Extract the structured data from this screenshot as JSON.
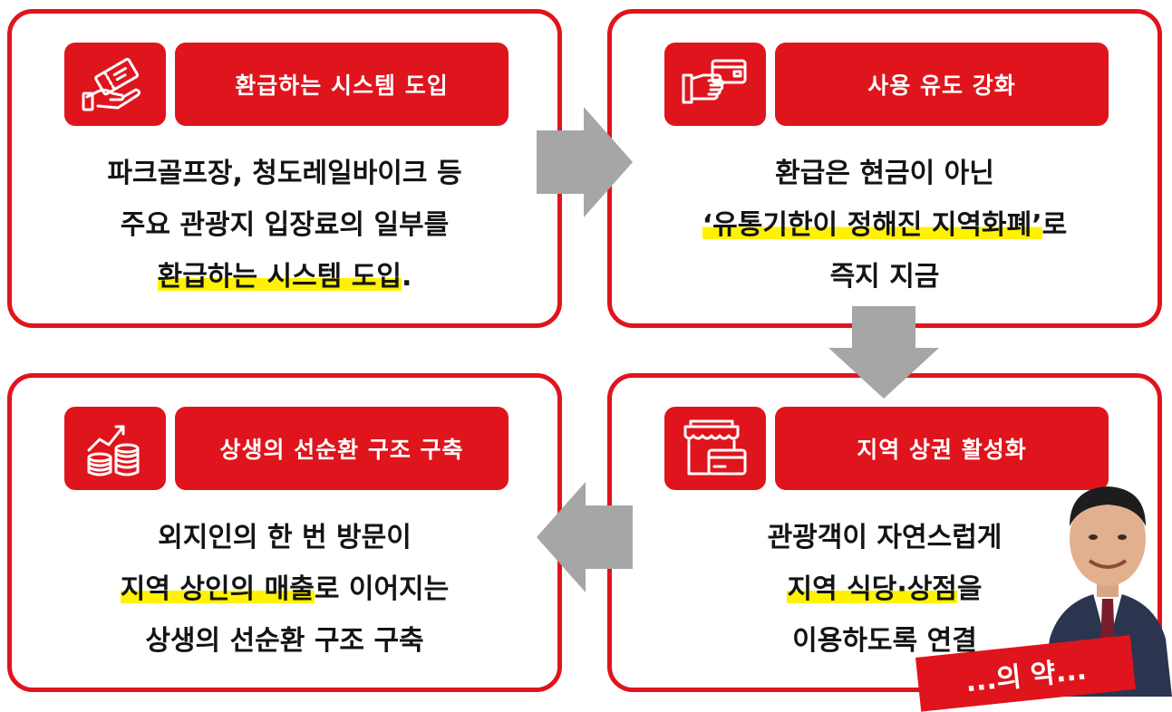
{
  "cards": [
    {
      "title": "환급하는 시스템 도입",
      "icon": "ticket-hand-icon",
      "lines": [
        {
          "pre": "파크골프장, 청도레일바이크 등",
          "hl": "",
          "post": ""
        },
        {
          "pre": "주요 관광지 입장료의 일부를",
          "hl": "",
          "post": ""
        },
        {
          "pre": "",
          "hl": "환급하는 시스템 도입",
          "post": "."
        }
      ]
    },
    {
      "title": "사용 유도 강화",
      "icon": "card-payment-icon",
      "lines": [
        {
          "pre": "환급은 현금이 아닌",
          "hl": "",
          "post": ""
        },
        {
          "pre": "",
          "hl": "‘유통기한이 정해진 지역화폐’",
          "post": "로"
        },
        {
          "pre": "즉지 지금",
          "hl": "",
          "post": ""
        }
      ]
    },
    {
      "title": "상생의 선순환 구조 구축",
      "icon": "coins-growth-icon",
      "lines": [
        {
          "pre": "외지인의 한 번 방문이",
          "hl": "",
          "post": ""
        },
        {
          "pre": "",
          "hl": "지역 상인의 매출",
          "post": "로 이어지는"
        },
        {
          "pre": "상생의 선순환 구조 구축",
          "hl": "",
          "post": ""
        }
      ]
    },
    {
      "title": "지역 상권 활성화",
      "icon": "storefront-icon",
      "lines": [
        {
          "pre": "관광객이 자연스럽게",
          "hl": "",
          "post": ""
        },
        {
          "pre": "",
          "hl": "지역 식당·상점",
          "post": "을"
        },
        {
          "pre": "이용하도록 연결",
          "hl": "",
          "post": ""
        }
      ]
    }
  ],
  "badge": "...의 약..."
}
